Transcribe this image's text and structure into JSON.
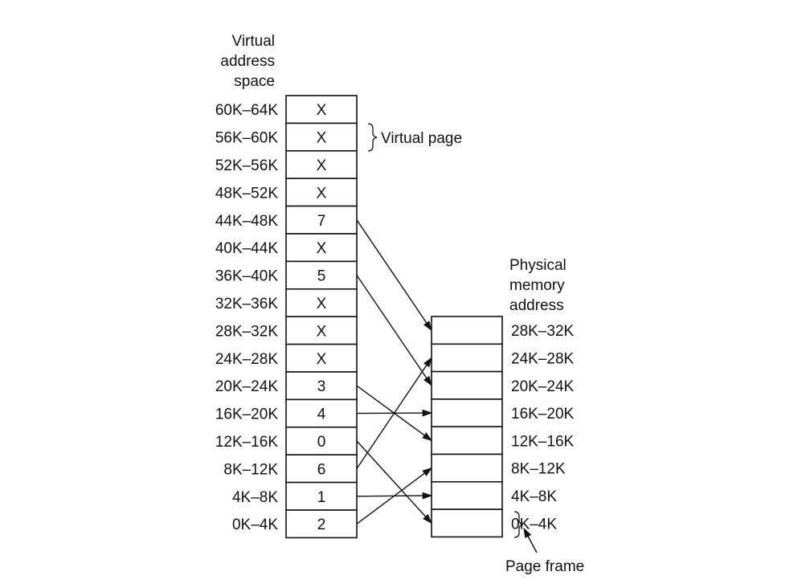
{
  "virtual_title": [
    "Virtual",
    "address",
    "space"
  ],
  "physical_title": [
    "Physical",
    "memory",
    "address"
  ],
  "virtual_page_label": "Virtual page",
  "page_frame_label": "Page frame",
  "virtual_pages": [
    {
      "range": "60K–64K",
      "entry": "X"
    },
    {
      "range": "56K–60K",
      "entry": "X"
    },
    {
      "range": "52K–56K",
      "entry": "X"
    },
    {
      "range": "48K–52K",
      "entry": "X"
    },
    {
      "range": "44K–48K",
      "entry": "7"
    },
    {
      "range": "40K–44K",
      "entry": "X"
    },
    {
      "range": "36K–40K",
      "entry": "5"
    },
    {
      "range": "32K–36K",
      "entry": "X"
    },
    {
      "range": "28K–32K",
      "entry": "X"
    },
    {
      "range": "24K–28K",
      "entry": "X"
    },
    {
      "range": "20K–24K",
      "entry": "3"
    },
    {
      "range": "16K–20K",
      "entry": "4"
    },
    {
      "range": "12K–16K",
      "entry": "0"
    },
    {
      "range": "8K–12K",
      "entry": "6"
    },
    {
      "range": "4K–8K",
      "entry": "1"
    },
    {
      "range": "0K–4K",
      "entry": "2"
    }
  ],
  "page_frames": [
    {
      "range": "28K–32K"
    },
    {
      "range": "24K–28K"
    },
    {
      "range": "20K–24K"
    },
    {
      "range": "16K–20K"
    },
    {
      "range": "12K–16K"
    },
    {
      "range": "8K–12K"
    },
    {
      "range": "4K–8K"
    },
    {
      "range": "0K–4K"
    }
  ]
}
